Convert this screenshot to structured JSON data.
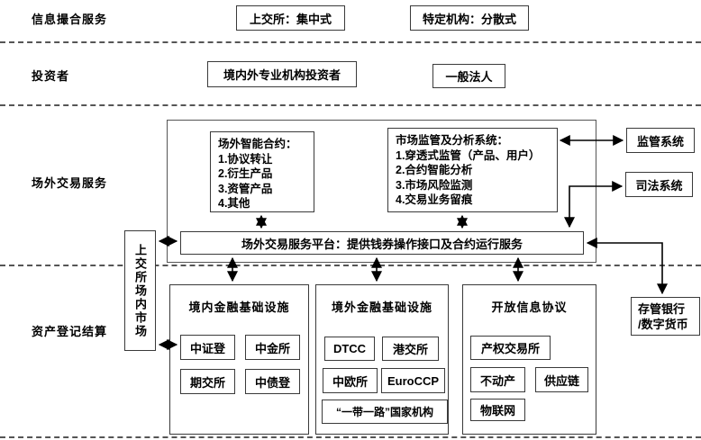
{
  "rows": {
    "info_matching": {
      "label": "信息撮合服务",
      "sse_box": "上交所：集中式",
      "specific_box": "特定机构：分散式"
    },
    "investors": {
      "label": "投资者",
      "professional_box": "境内外专业机构投资者",
      "general_box": "一般法人"
    },
    "otc_trading": {
      "label": "场外交易服务",
      "smart_contract_box": {
        "title": "场外智能合约：",
        "items": [
          "1.协议转让",
          "2.衍生产品",
          "3.资管产品",
          "4.其他"
        ]
      },
      "market_supervision_box": {
        "title": "市场监管及分析系统：",
        "items": [
          "1.穿透式监管（产品、用户）",
          "2.合约智能分析",
          "3.市场风险监测",
          "4.交易业务留痕"
        ]
      },
      "platform_bar": "场外交易服务平台：提供钱券操作接口及合约运行服务",
      "sse_onsite_market": "上交所场内市场",
      "regulatory_system": "监管系统",
      "judicial_system": "司法系统"
    },
    "asset_registration": {
      "label": "资产登记结算",
      "domestic": {
        "title": "境内金融基础设施",
        "items": [
          "中证登",
          "中金所",
          "期交所",
          "中债登"
        ]
      },
      "overseas": {
        "title": "境外金融基础设施",
        "items": [
          "DTCC",
          "港交所",
          "中欧所",
          "EuroCCP",
          "“一带一路”国家机构"
        ]
      },
      "open_protocol": {
        "title": "开放信息协议",
        "items": [
          "产权交易所",
          "不动产",
          "供应链",
          "物联网"
        ]
      },
      "custodian_line1": "存管银行",
      "custodian_line2": "/数字货币"
    }
  },
  "colors": {
    "line": "#000000",
    "border": "#3a3a3a",
    "background": "#ffffff"
  }
}
